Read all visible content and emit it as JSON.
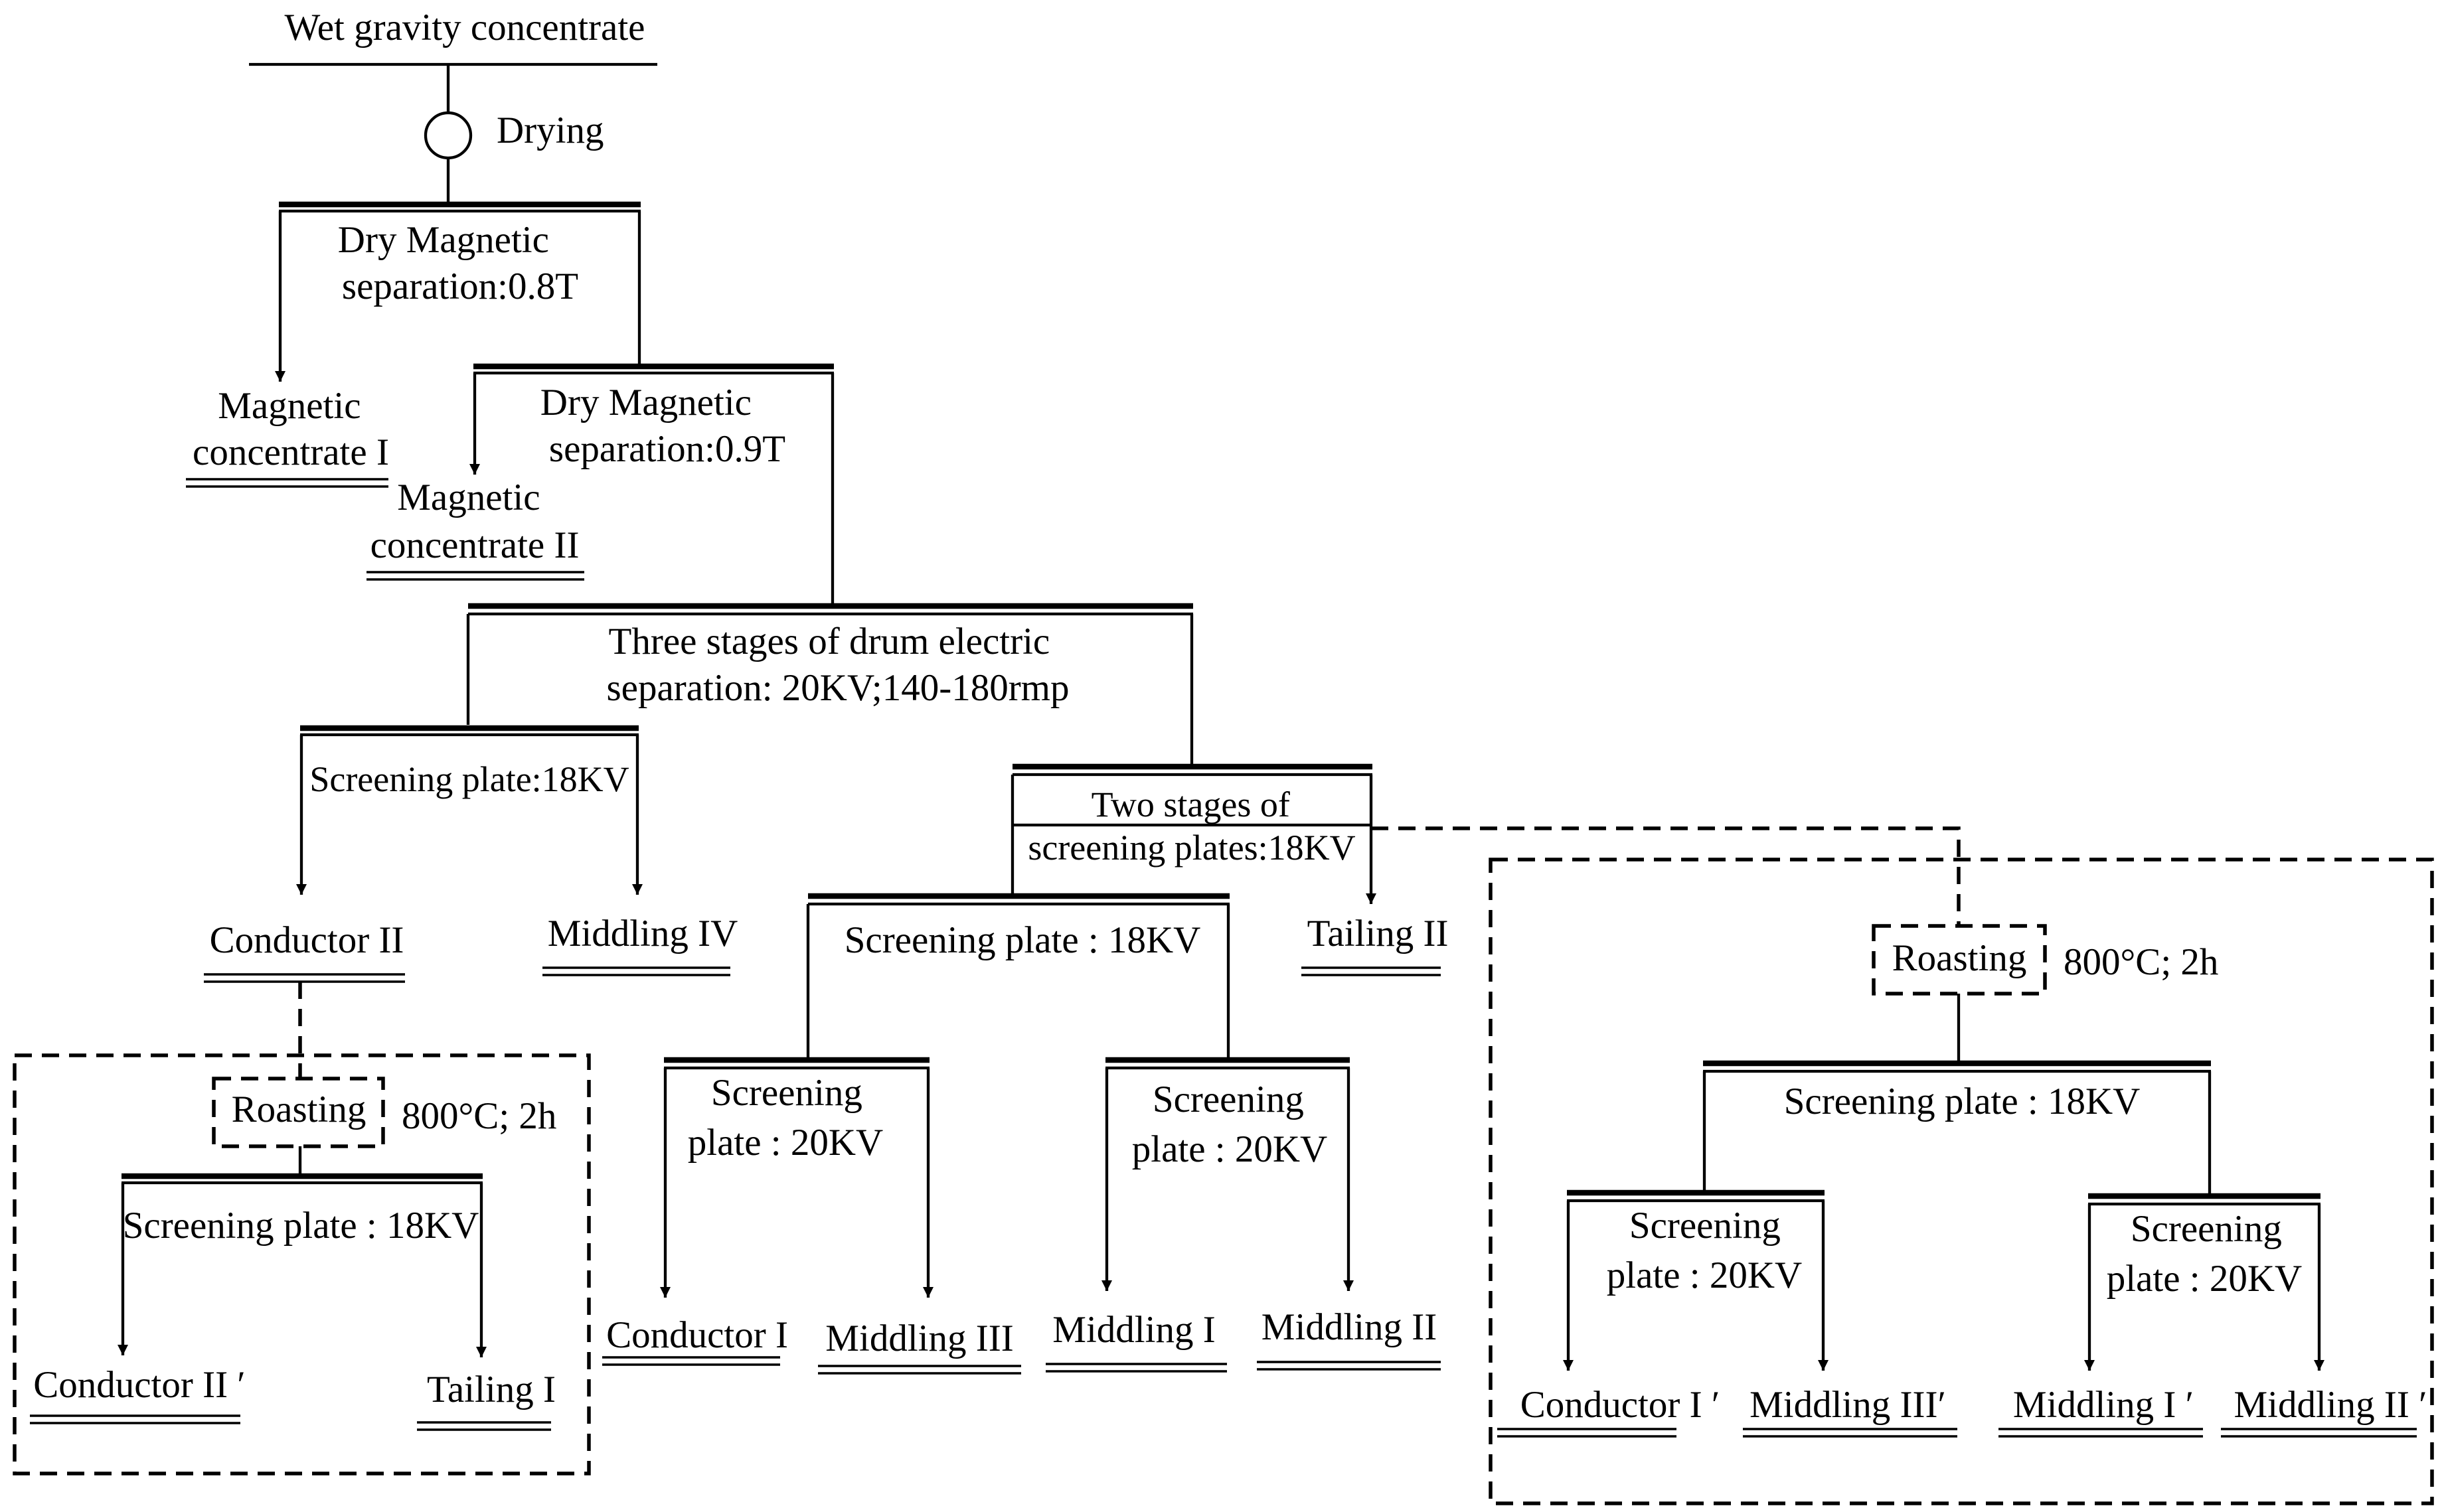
{
  "diagram": {
    "feed": "Wet gravity concentrate",
    "drying": "Drying",
    "dry_mag_1": [
      "Dry Magnetic",
      "separation:0.8T"
    ],
    "mag_conc_1": [
      "Magnetic",
      "concentrate I"
    ],
    "dry_mag_2": [
      "Dry Magnetic",
      "separation:0.9T"
    ],
    "mag_conc_2": [
      "Magnetic",
      "concentrate II"
    ],
    "drum_sep": [
      "Three stages of  drum electric",
      "separation: 20KV;140-180rmp"
    ],
    "screen_left": "Screening plate:18KV",
    "conductor_2": "Conductor II",
    "middling_4": "Middling IV",
    "two_stages": [
      "Two stages of",
      "screening plates:18KV"
    ],
    "tailing_2": "Tailing II",
    "screen_mid": "Screening plate : 18KV",
    "screen_a": [
      "Screening",
      "plate : 20KV"
    ],
    "screen_b": [
      "Screening",
      "plate : 20KV"
    ],
    "conductor_1": "Conductor I",
    "middling_3": "Middling III",
    "middling_1": "Middling I",
    "middling_2": "Middling II",
    "roast_left": "Roasting",
    "roast_left_cond": "800°C; 2h",
    "screen_left_18": "Screening plate : 18KV",
    "conductor_2p": "Conductor  II ′",
    "tailing_1": "Tailing I",
    "roast_right": "Roasting",
    "roast_right_cond": "800°C; 2h",
    "screen_right_18": "Screening plate : 18KV",
    "screen_c": [
      "Screening",
      "plate : 20KV"
    ],
    "screen_d": [
      "Screening",
      "plate : 20KV"
    ],
    "conductor_1p": "Conductor I ′",
    "middling_3p": "Middling  III′",
    "middling_1p": "Middling I ′",
    "middling_2p": "Middling II ′"
  }
}
